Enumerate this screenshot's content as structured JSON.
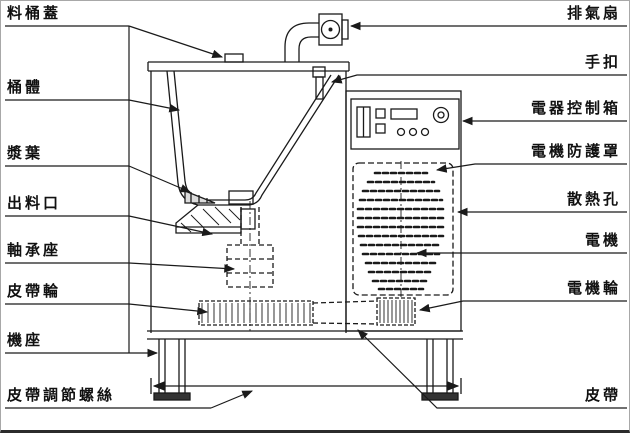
{
  "labels": {
    "left": [
      {
        "text": "料桶蓋"
      },
      {
        "text": "桶體"
      },
      {
        "text": "漿葉"
      },
      {
        "text": "出料口"
      },
      {
        "text": "軸承座"
      },
      {
        "text": "皮帶輪"
      },
      {
        "text": "機座"
      },
      {
        "text": "皮帶調節螺絲"
      }
    ],
    "right": [
      {
        "text": "排氣扇"
      },
      {
        "text": "手扣"
      },
      {
        "text": "電器控制箱"
      },
      {
        "text": "電機防護罩"
      },
      {
        "text": "散熱孔"
      },
      {
        "text": "電機"
      },
      {
        "text": "電機輪"
      },
      {
        "text": "皮帶"
      }
    ]
  },
  "colors": {
    "line": "#1a1a1a",
    "background": "#ffffff"
  }
}
